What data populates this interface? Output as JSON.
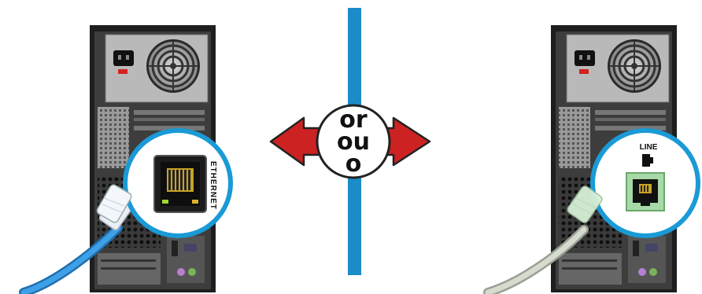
{
  "left_panel": {
    "port_label": "ETHERNET",
    "cable_color": "#2a8fd6"
  },
  "right_panel": {
    "port_label": "LINE",
    "cable_color": "#c9cfc2"
  },
  "center": {
    "line1": "or",
    "line2": "ou",
    "line3": "o",
    "divider_color": "#1a8cc8",
    "arrow_color": "#cc2222"
  },
  "colors": {
    "callout_ring": "#1a9ad6",
    "tower_dark": "#2b2b2b",
    "tower_panel": "#8e8e8e"
  },
  "icons": [
    "power-socket-icon",
    "fan-grille-icon",
    "rj45-port-icon",
    "rj11-port-icon",
    "phone-line-icon",
    "bidirectional-arrow-icon"
  ]
}
